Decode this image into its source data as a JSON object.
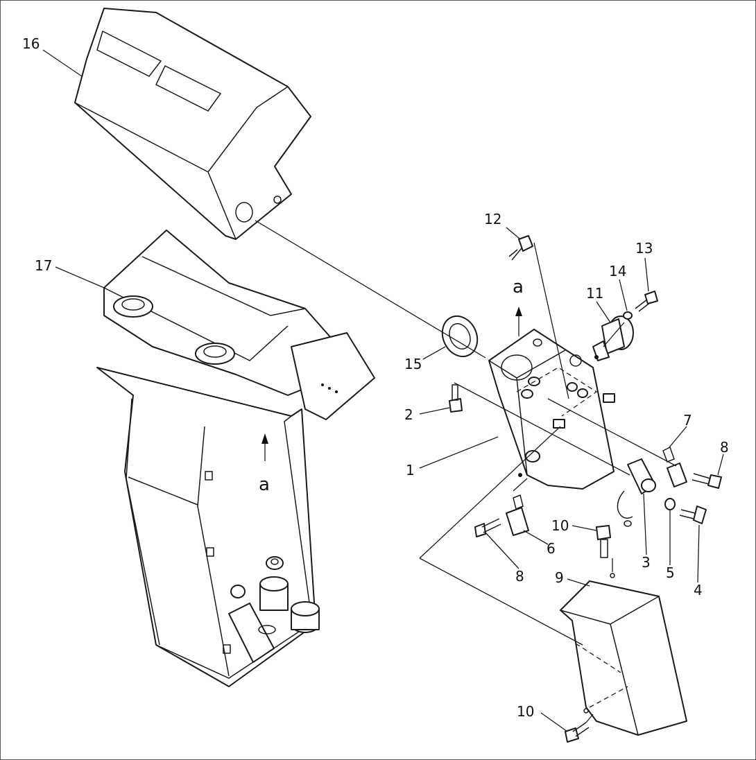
{
  "callouts": [
    {
      "id": "c16",
      "text": "16"
    },
    {
      "id": "c17",
      "text": "17"
    },
    {
      "id": "c12",
      "text": "12"
    },
    {
      "id": "c13",
      "text": "13"
    },
    {
      "id": "c14",
      "text": "14"
    },
    {
      "id": "c11",
      "text": "11"
    },
    {
      "id": "c15",
      "text": "15"
    },
    {
      "id": "c2",
      "text": "2"
    },
    {
      "id": "c7",
      "text": "7"
    },
    {
      "id": "c8a",
      "text": "8"
    },
    {
      "id": "c1",
      "text": "1"
    },
    {
      "id": "c10a",
      "text": "10"
    },
    {
      "id": "c6",
      "text": "6"
    },
    {
      "id": "c3",
      "text": "3"
    },
    {
      "id": "c5",
      "text": "5"
    },
    {
      "id": "c4",
      "text": "4"
    },
    {
      "id": "c8b",
      "text": "8"
    },
    {
      "id": "c9",
      "text": "9"
    },
    {
      "id": "c10b",
      "text": "10"
    }
  ],
  "reference_marks": [
    {
      "id": "a1",
      "text": "a"
    },
    {
      "id": "a2",
      "text": "a"
    }
  ]
}
